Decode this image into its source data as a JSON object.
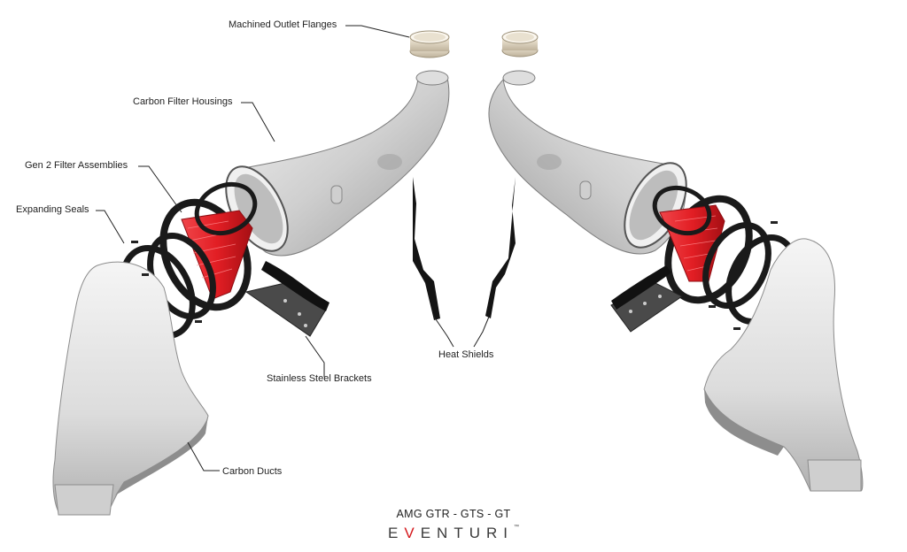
{
  "labels": {
    "outlet_flanges": "Machined Outlet Flanges",
    "filter_housings": "Carbon Filter Housings",
    "filter_assemblies": "Gen 2 Filter Assemblies",
    "expanding_seals": "Expanding Seals",
    "heat_shields": "Heat Shields",
    "brackets": "Stainless Steel Brackets",
    "ducts": "Carbon Ducts"
  },
  "footer": {
    "model_line": "AMG GTR - GTS - GT",
    "brand_pre": "E",
    "brand_v": "V",
    "brand_post": "ENTURI",
    "brand_tm": "™"
  },
  "colors": {
    "filter_red": "#e21e24",
    "carbon_silver": "#c9c9c9",
    "gasket_black": "#1a1a1a",
    "brand_red": "#d4171b"
  }
}
